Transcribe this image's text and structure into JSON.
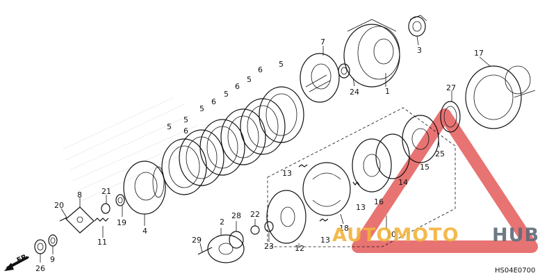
{
  "diagram": {
    "code": "HS04E0700",
    "direction_label": "FR.",
    "watermark": {
      "brand_part1": "AUTOMOTO",
      "brand_part2": "HUB",
      "color_primary": "#f2b33b",
      "color_secondary": "#5f6b7a",
      "triangle_color": "#e45a5a"
    },
    "callouts": [
      "1",
      "2",
      "3",
      "4",
      "5",
      "5",
      "5",
      "5",
      "5",
      "5",
      "6",
      "6",
      "6",
      "6",
      "7",
      "8",
      "9",
      "10",
      "11",
      "12",
      "13",
      "13",
      "13",
      "14",
      "15",
      "16",
      "17",
      "18",
      "19",
      "20",
      "21",
      "22",
      "23",
      "24",
      "25",
      "26",
      "27",
      "28",
      "29"
    ]
  }
}
